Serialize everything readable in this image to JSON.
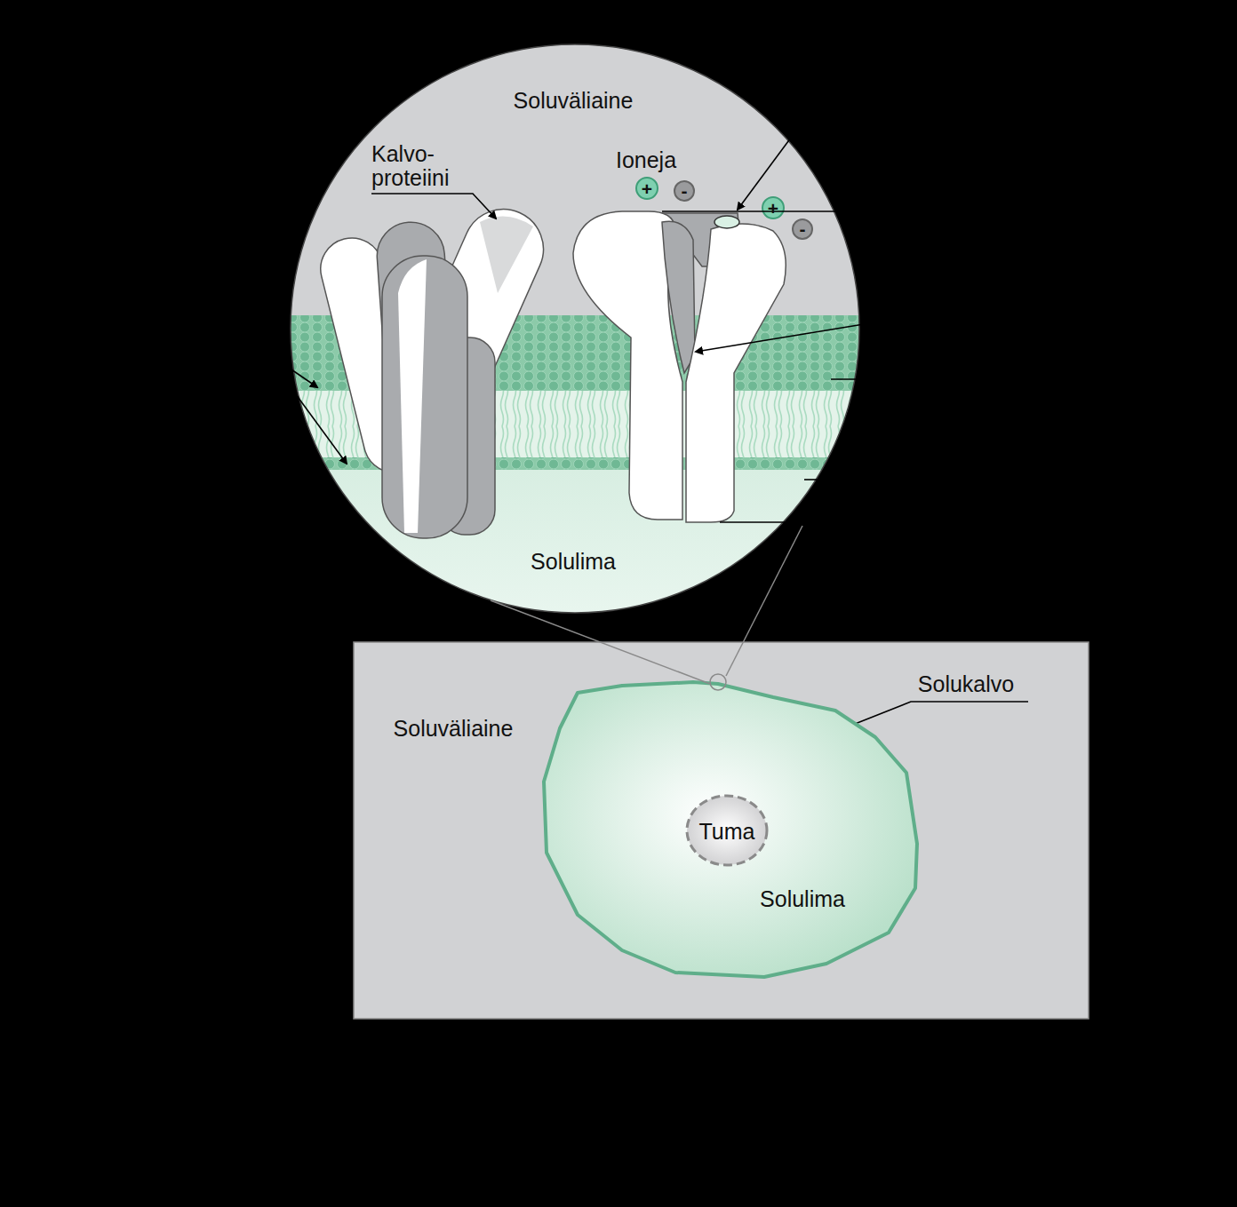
{
  "diagram": {
    "nodes": [
      {
        "text": [
          "Soluväliaine",
          "Solulima"
        ]
      },
      {
        "text": [
          "Soluväliaine"
        ]
      },
      {
        "text": [
          "Solulima"
        ],
        "in": 1
      },
      {
        "text": [
          "Tuma"
        ],
        "in": 2
      }
    ],
    "labels": [
      "Kalvo- proteiini",
      "Ioneja",
      "+",
      "-",
      "+",
      "-",
      "Solukalvo"
    ]
  }
}
